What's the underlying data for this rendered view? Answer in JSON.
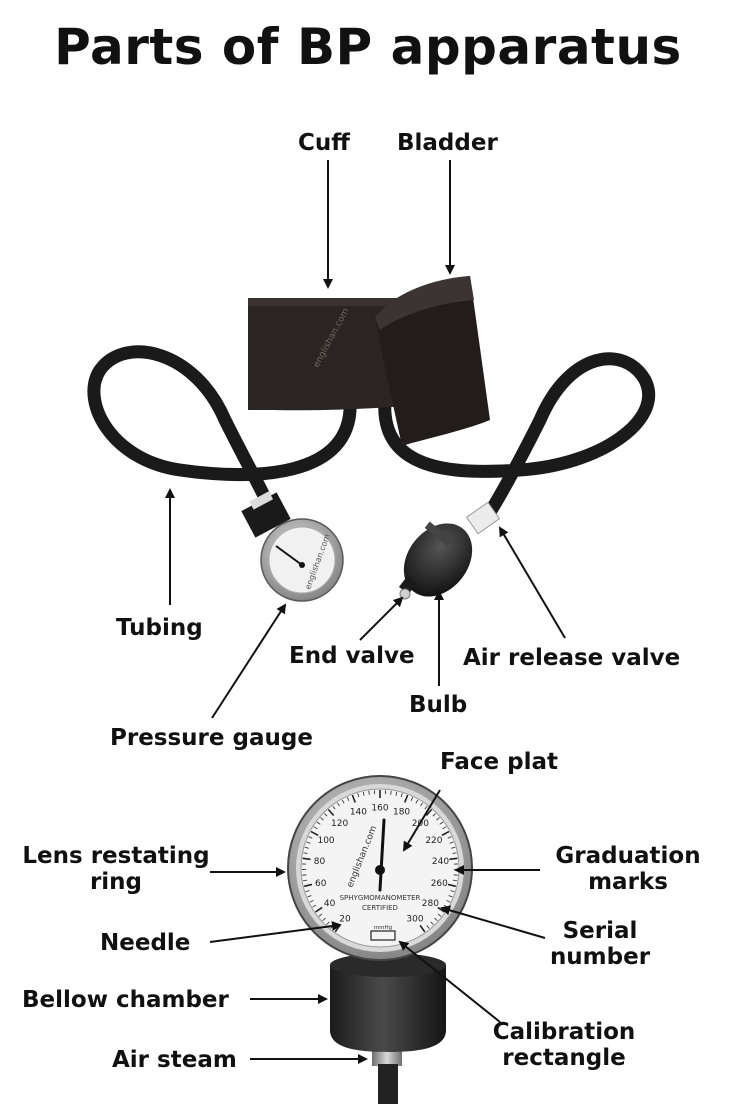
{
  "title": "Parts of BP apparatus",
  "watermark": "englishan.com",
  "labels": {
    "cuff": "Cuff",
    "bladder": "Bladder",
    "tubing": "Tubing",
    "end_valve": "End valve",
    "air_release_valve": "Air release valve",
    "bulb": "Bulb",
    "pressure_gauge": "Pressure gauge",
    "face_plat": "Face plat",
    "lens_ring_1": "Lens restating",
    "lens_ring_2": "ring",
    "graduation_1": "Graduation",
    "graduation_2": "marks",
    "needle": "Needle",
    "serial_1": "Serial",
    "serial_2": "number",
    "bellow_chamber": "Bellow chamber",
    "calibration_1": "Calibration",
    "calibration_2": "rectangle",
    "air_steam": "Air steam"
  },
  "gauge": {
    "scale_numbers": [
      "20",
      "40",
      "60",
      "80",
      "100",
      "120",
      "140",
      "160",
      "180",
      "200",
      "220",
      "240",
      "260",
      "280",
      "300"
    ],
    "face_text_1": "SPHYGMOMANOMETER",
    "face_text_2": "CERTIFIED",
    "unit": "mmHg"
  },
  "colors": {
    "cuff": "#2a2422",
    "tube": "#1a1a1a",
    "arrow": "#111111",
    "gauge_rim": "#9a9a9a",
    "gauge_face": "#f3f3f3",
    "text": "#111111"
  }
}
